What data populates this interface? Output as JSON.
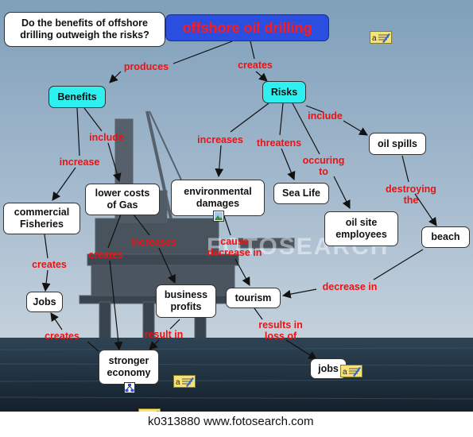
{
  "footer": {
    "text": "k0313880  www.fotosearch.com"
  },
  "watermark": {
    "text": "FOTOSEARCH"
  },
  "nodes": {
    "question": "Do the benefits of offshore\ndrilling outweigh the risks?",
    "title": "offshore oil drilling",
    "benefits": "Benefits",
    "risks": "Risks",
    "oil_spills": "oil spills",
    "lower_costs": "lower costs\nof Gas",
    "env_damages": "environmental\ndamages",
    "sea_life": "Sea Life",
    "commercial_fisheries": "commercial\nFisheries",
    "oil_site_employees": "oil site\nemployees",
    "beach": "beach",
    "jobs_left": "Jobs",
    "business_profits": "business\nprofits",
    "tourism": "tourism",
    "stronger_economy": "stronger\neconomy",
    "jobs_right": "jobs"
  },
  "links": {
    "produces": "produces",
    "creates_top": "creates",
    "include_benefits": "include",
    "increase": "increase",
    "include_risks": "include",
    "increases_risks": "increases",
    "threatens": "threatens",
    "occuring_to": "occuring\nto",
    "destroying_the": "destroying the",
    "creates_fisheries": "creates",
    "creates_economy": "creates",
    "increases_costs": "increases",
    "cause_decrease_in": "cause\ndecrease in",
    "decrease_in": "decrease in",
    "results_in_loss_of": "results in\nloss of",
    "creates_jobs": "creates",
    "result_in": "result in"
  },
  "colors": {
    "title_fill": "#2a4fe0",
    "title_text": "#ff1a1a",
    "benefits_risks_fill": "#2ff0f0",
    "link_label": "#ee1111",
    "sky": "#8eabc4",
    "sea": "#1c2c3a"
  },
  "icons": {
    "note": "note-pencil-icon",
    "image": "image-icon",
    "concept_map": "concept-map-icon"
  }
}
